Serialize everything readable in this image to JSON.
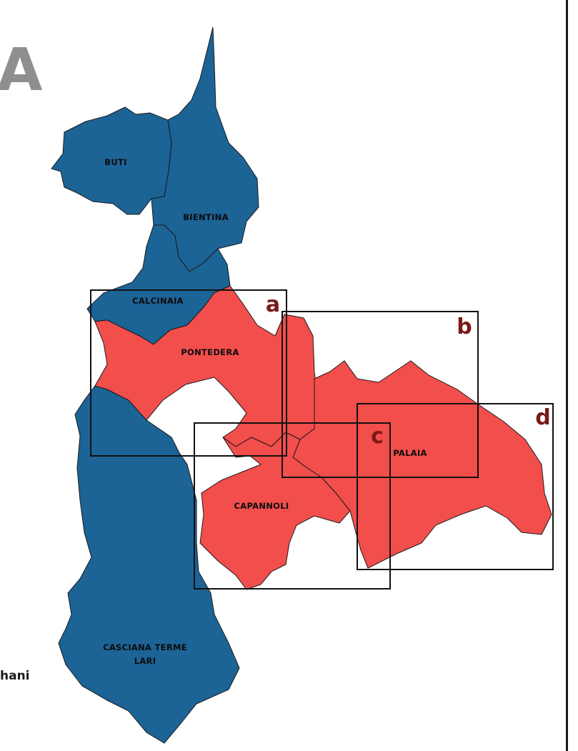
{
  "heading": {
    "fragment": "A"
  },
  "side_text": "hani",
  "colors": {
    "blue_region": "#1c6396",
    "red_region": "#f24e4c",
    "outline": "#1a1a1a",
    "frame": "#111111",
    "frame_letter": "#7a1a1a",
    "title_fragment": "#8f8f8f"
  },
  "municipalities": [
    {
      "id": "buti",
      "label": "BUTI",
      "highlight": false
    },
    {
      "id": "bientina",
      "label": "BIENTINA",
      "highlight": false
    },
    {
      "id": "calcinaia",
      "label": "CALCINAIA",
      "highlight": false
    },
    {
      "id": "pontedera",
      "label": "PONTEDERA",
      "highlight": true
    },
    {
      "id": "palaia",
      "label": "PALAIA",
      "highlight": true
    },
    {
      "id": "capannoli",
      "label": "CAPANNOLI",
      "highlight": true
    },
    {
      "id": "casciana",
      "label": "CASCIANA TERME",
      "label2": "LARI",
      "highlight": false
    }
  ],
  "frames": [
    {
      "id": "a",
      "label": "a"
    },
    {
      "id": "b",
      "label": "b"
    },
    {
      "id": "c",
      "label": "c"
    },
    {
      "id": "d",
      "label": "d"
    }
  ]
}
